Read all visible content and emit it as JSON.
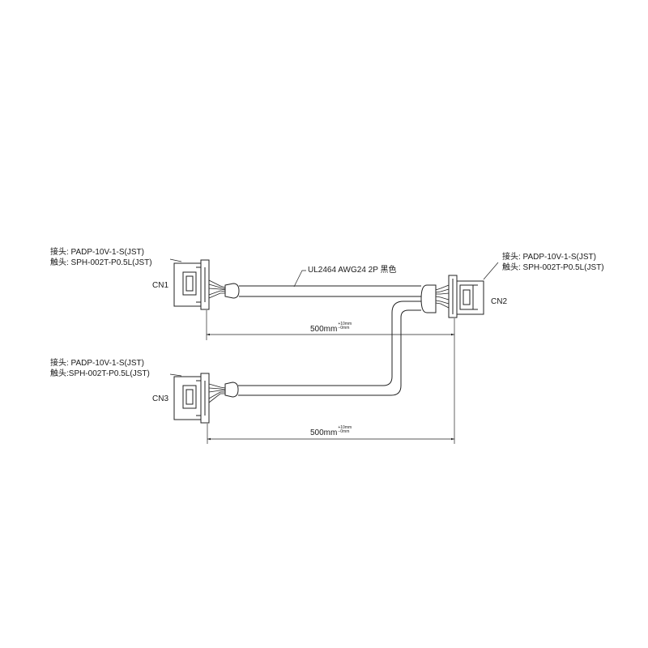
{
  "cable_label": "UL2464 AWG24 2P 黑色",
  "connectors": {
    "cn1": {
      "name": "CN1",
      "housing": "接头: PADP-10V-1-S(JST)",
      "contact": "触头: SPH-002T-P0.5L(JST)"
    },
    "cn2": {
      "name": "CN2",
      "housing": "接头: PADP-10V-1-S(JST)",
      "contact": "触头: SPH-002T-P0.5L(JST)"
    },
    "cn3": {
      "name": "CN3",
      "housing": "接头: PADP-10V-1-S(JST)",
      "contact": "触头:SPH-002T-P0.5L(JST)"
    }
  },
  "dimensions": {
    "upper": {
      "value": "500mm",
      "tol_plus": "+10mm",
      "tol_minus": "−0mm"
    },
    "lower": {
      "value": "500mm",
      "tol_plus": "+10mm",
      "tol_minus": "−0mm"
    }
  }
}
